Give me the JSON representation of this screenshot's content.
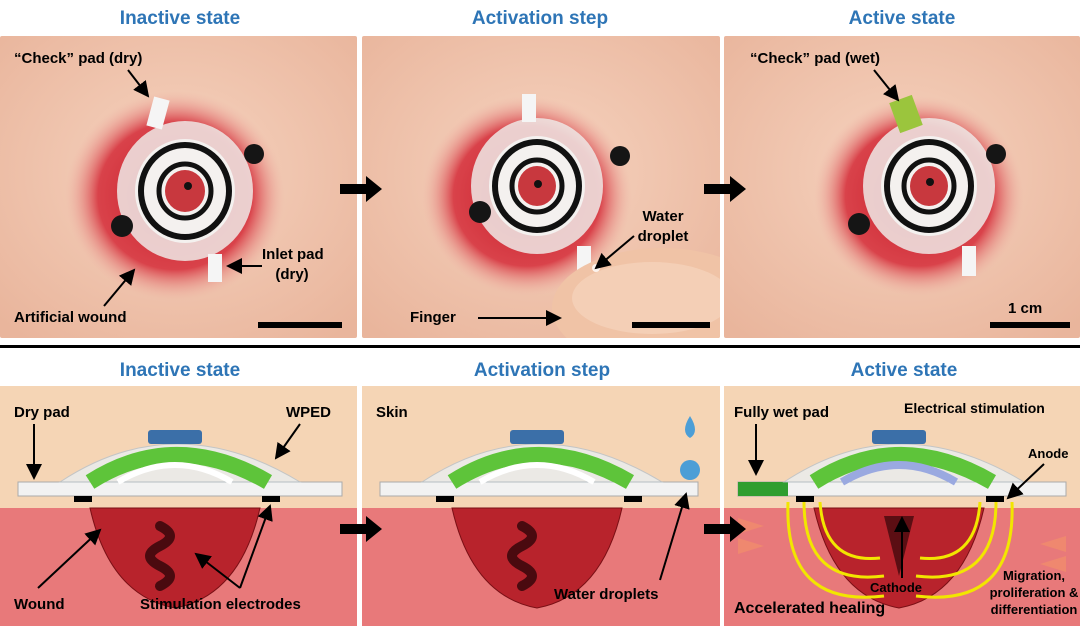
{
  "top_row": {
    "titles": [
      "Inactive state",
      "Activation step",
      "Active state"
    ],
    "labels": {
      "check_dry": "“Check” pad (dry)",
      "inlet_dry_1": "Inlet pad",
      "inlet_dry_2": "(dry)",
      "artificial_wound": "Artificial wound",
      "water_droplet_1": "Water",
      "water_droplet_2": "droplet",
      "finger": "Finger",
      "check_wet": "“Check” pad (wet)",
      "scale": "1 cm"
    }
  },
  "bottom_row": {
    "titles": [
      "Inactive state",
      "Activation step",
      "Active state"
    ],
    "labels": {
      "dry_pad": "Dry pad",
      "wped": "WPED",
      "wound": "Wound",
      "stim_electrodes": "Stimulation electrodes",
      "skin": "Skin",
      "water_droplets": "Water droplets",
      "fully_wet_pad": "Fully wet pad",
      "electrical_stimulation": "Electrical stimulation",
      "anode": "Anode",
      "cathode": "Cathode",
      "migration_1": "Migration,",
      "migration_2": "proliferation &",
      "migration_3": "differentiation",
      "accelerated_healing": "Accelerated healing"
    }
  },
  "colors": {
    "title_blue": "#2e75b6",
    "skin_tone": "#f2c9b0",
    "wound_red": "#c0262e",
    "tissue_pink": "#e8797a",
    "gel_green": "#5ec43a",
    "field_yellow": "#f2e600"
  }
}
